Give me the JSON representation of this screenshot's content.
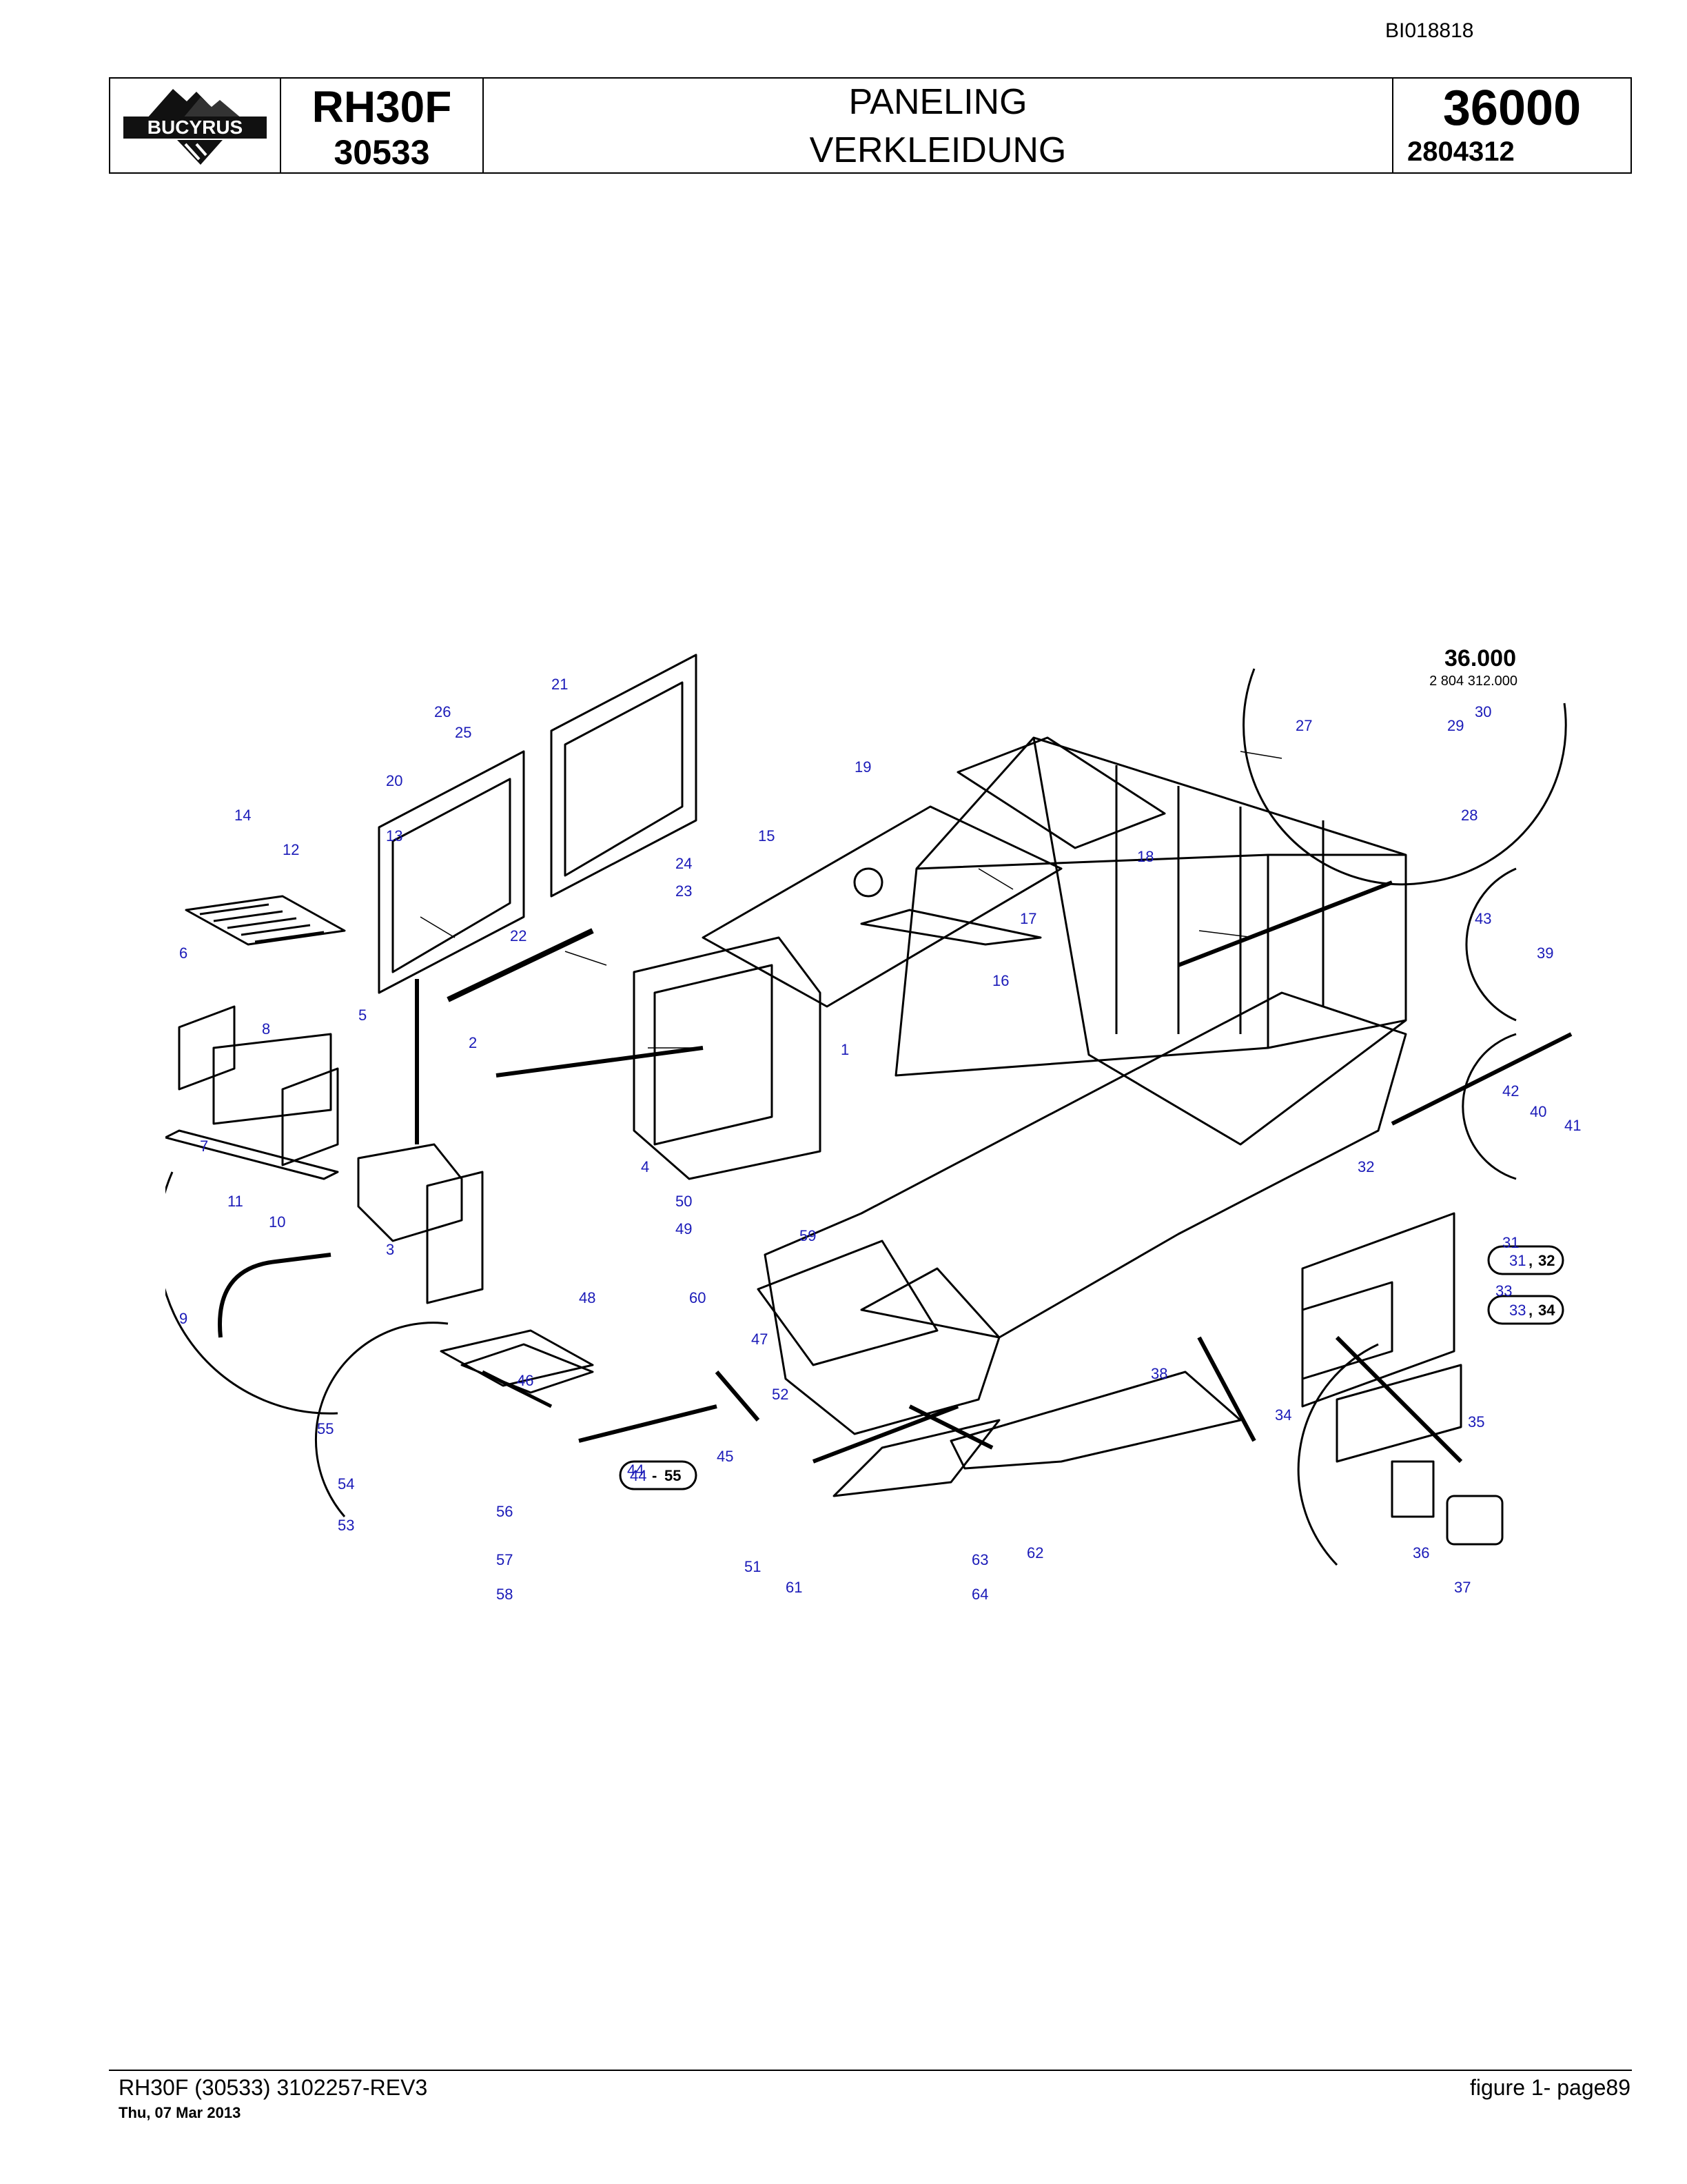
{
  "doc_id": "BI018818",
  "header": {
    "logo_text": "BUCYRUS",
    "model_name": "RH30F",
    "model_number": "30533",
    "title_en": "PANELING",
    "title_de": "VERKLEIDUNG",
    "group_number": "36000",
    "part_number": "2804312"
  },
  "drawing": {
    "ref_title": "36.000",
    "ref_subtitle": "2 804 312.000",
    "callouts": [
      "1",
      "2",
      "3",
      "4",
      "5",
      "6",
      "7",
      "8",
      "9",
      "10",
      "11",
      "12",
      "13",
      "14",
      "15",
      "16",
      "17",
      "18",
      "19",
      "20",
      "21",
      "22",
      "23",
      "24",
      "25",
      "26",
      "27",
      "28",
      "29",
      "30",
      "31",
      "32",
      "33",
      "34",
      "35",
      "36",
      "37",
      "38",
      "39",
      "40",
      "41",
      "42",
      "43",
      "44",
      "45",
      "46",
      "47",
      "48",
      "49",
      "50",
      "51",
      "52",
      "53",
      "54",
      "55",
      "56",
      "57",
      "58",
      "59",
      "60",
      "61",
      "62",
      "63",
      "64"
    ],
    "ranges": {
      "r1": {
        "a": "31",
        "sep": ",",
        "b": "32"
      },
      "r2": {
        "a": "33",
        "sep": ",",
        "b": "34"
      },
      "r3": {
        "a": "44",
        "sep": "-",
        "b": "55"
      }
    }
  },
  "footer": {
    "left": "RH30F (30533) 3102257-REV3",
    "date": "Thu, 07 Mar 2013",
    "right": "figure  1- page89"
  }
}
